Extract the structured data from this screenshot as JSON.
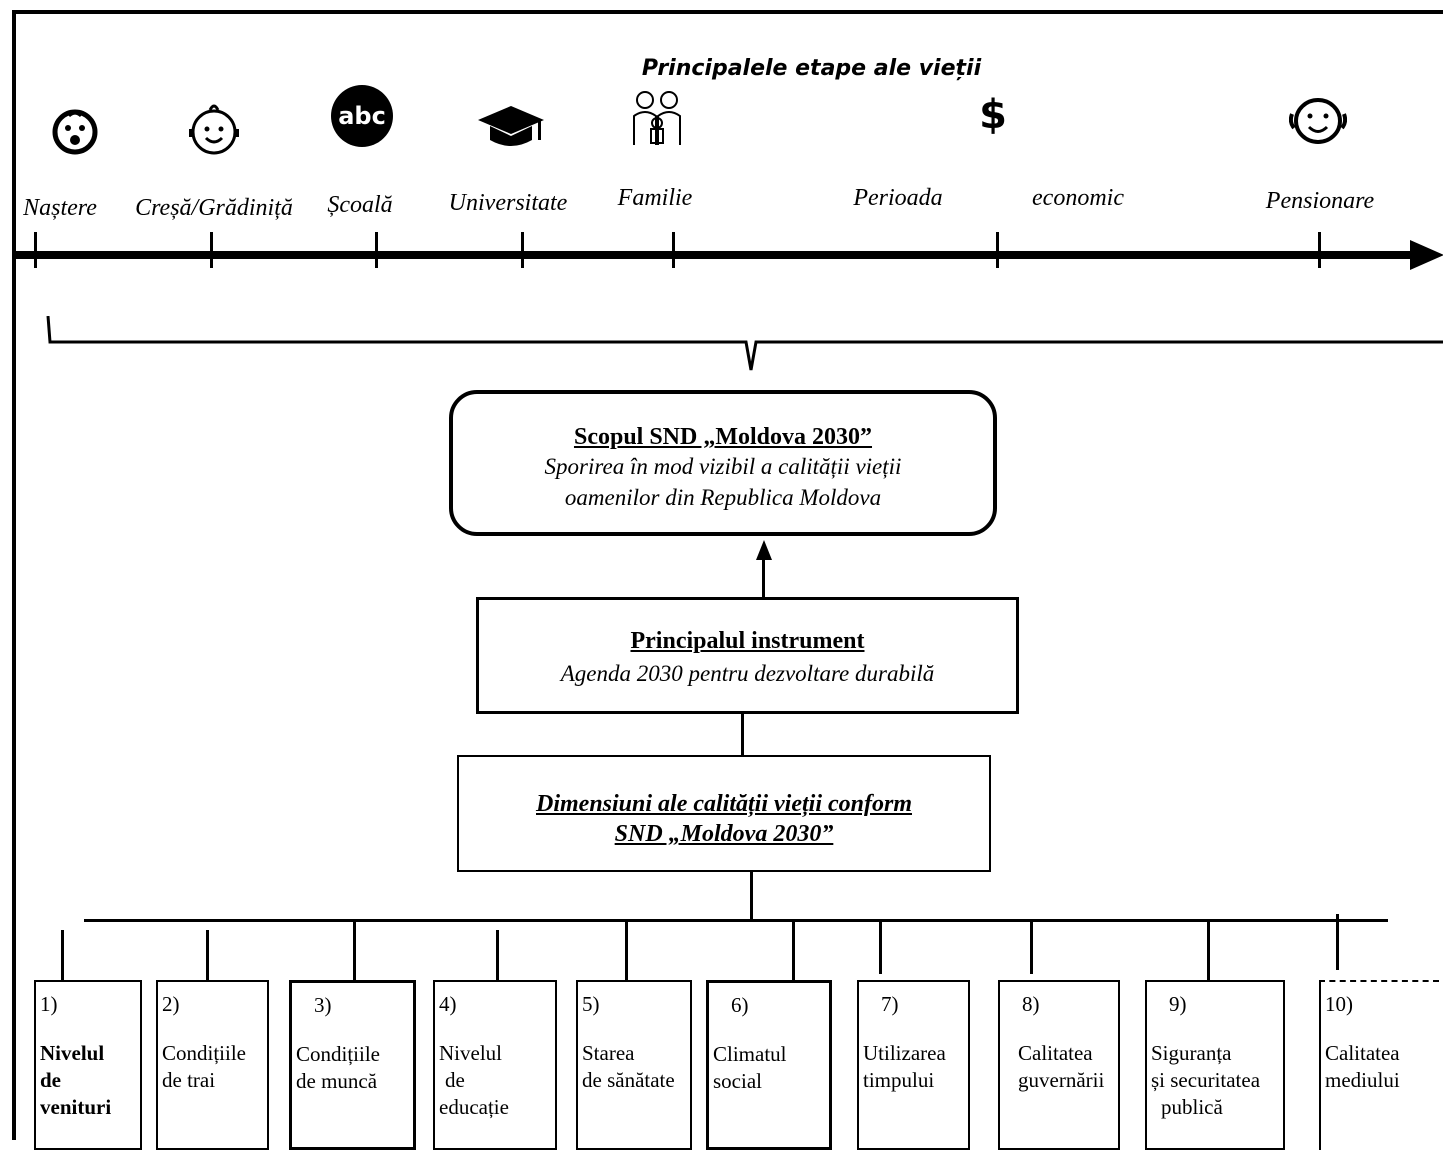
{
  "timeline": {
    "title": "Principalele etape ale vieții",
    "stages": [
      {
        "label": "Naștere",
        "icon": "baby-icon"
      },
      {
        "label": "Creșă/Grădiniță",
        "icon": "child-face-icon"
      },
      {
        "label": "Școală",
        "icon": "abc-icon"
      },
      {
        "label": "Universitate",
        "icon": "graduation-cap-icon"
      },
      {
        "label": "Familie",
        "icon": "family-icon"
      },
      {
        "label": "Perioada",
        "icon": "dollar-icon"
      },
      {
        "label": "economic",
        "icon": ""
      },
      {
        "label": "Pensionare",
        "icon": "elder-face-icon"
      }
    ],
    "dollar_symbol": "$",
    "abc_text": "abc"
  },
  "goal": {
    "title": "Scopul SND „Moldova 2030”",
    "line1": "Sporirea în mod vizibil a calității vieții",
    "line2": "oamenilor din Republica Moldova"
  },
  "instrument": {
    "title": "Principalul instrument",
    "text": "Agenda 2030 pentru dezvoltare durabilă"
  },
  "dimensions_header": {
    "line1": "Dimensiuni ale calității vieții conform",
    "line2": "SND „Moldova 2030”"
  },
  "dimensions": [
    {
      "num": "1)",
      "lines": [
        "Nivelul",
        "de",
        "venituri"
      ]
    },
    {
      "num": "2)",
      "lines": [
        "Condițiile",
        "de trai"
      ]
    },
    {
      "num": "3)",
      "lines": [
        "Condițiile",
        "de muncă"
      ]
    },
    {
      "num": "4)",
      "lines": [
        "Nivelul",
        "de",
        "educație"
      ]
    },
    {
      "num": "5)",
      "lines": [
        "Starea",
        "de sănătate"
      ]
    },
    {
      "num": "6)",
      "lines": [
        "Climatul",
        "social"
      ]
    },
    {
      "num": "7)",
      "lines": [
        "Utilizarea",
        "timpului"
      ]
    },
    {
      "num": "8)",
      "lines": [
        "Calitatea",
        "guvernării"
      ]
    },
    {
      "num": "9)",
      "lines": [
        "Siguranța",
        "și securitatea",
        "publică"
      ]
    },
    {
      "num": "10)",
      "lines": [
        "Calitatea",
        "mediului"
      ]
    }
  ]
}
